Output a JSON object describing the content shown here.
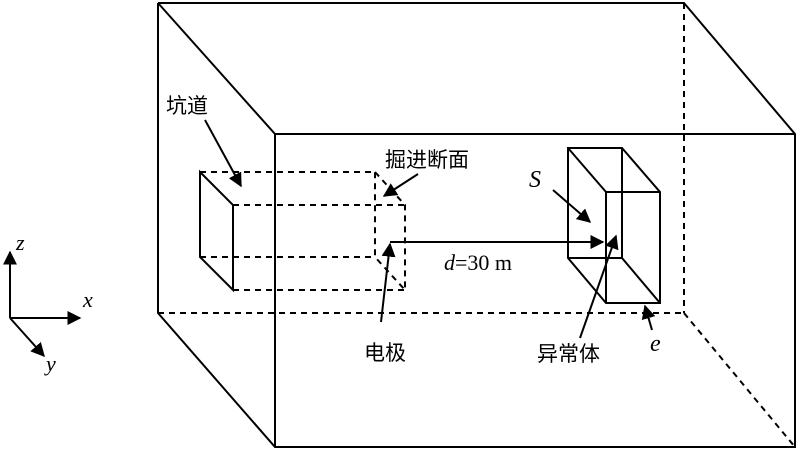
{
  "labels": {
    "tunnel": "坑道",
    "excavation_face": "掘进断面",
    "electrode": "电极",
    "anomaly": "异常体",
    "surface_s": "S",
    "edge_e": "e",
    "distance_var": "d",
    "distance_value": "=30 m"
  },
  "axes": {
    "x": "x",
    "y": "y",
    "z": "z"
  }
}
